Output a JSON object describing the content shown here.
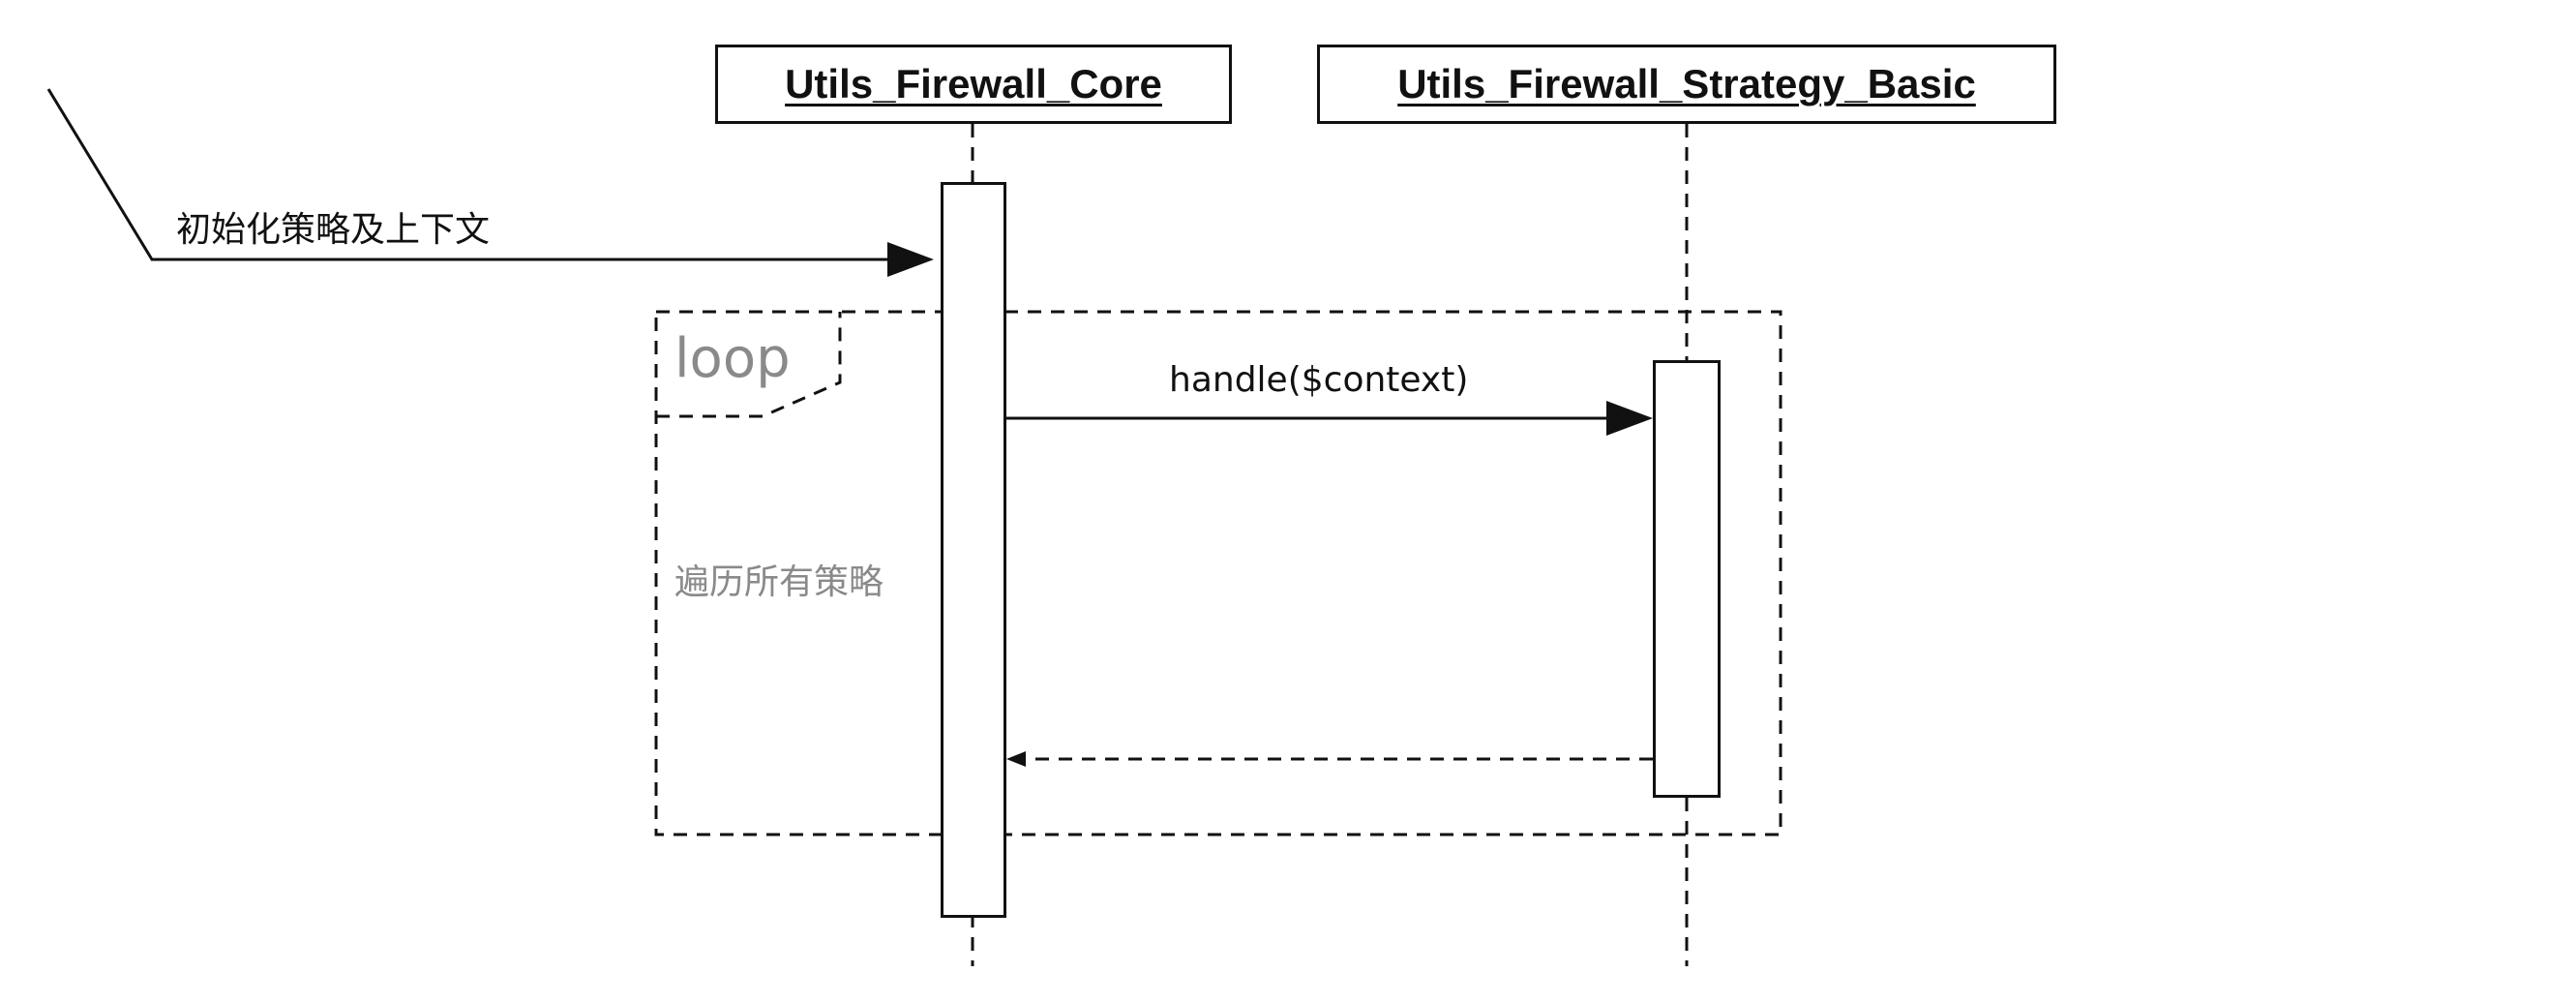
{
  "participants": {
    "core": {
      "name": "Utils_Firewall_Core"
    },
    "strategy": {
      "name": "Utils_Firewall_Strategy_Basic"
    }
  },
  "messages": {
    "init": {
      "label": "初始化策略及上下文"
    },
    "handle": {
      "label": "handle($context)"
    },
    "return": {
      "label": ""
    }
  },
  "fragment": {
    "operator": "loop",
    "guard": "遍历所有策略"
  },
  "colors": {
    "line": "#111111",
    "fragment_text": "#8a8a8a",
    "background": "#ffffff"
  }
}
